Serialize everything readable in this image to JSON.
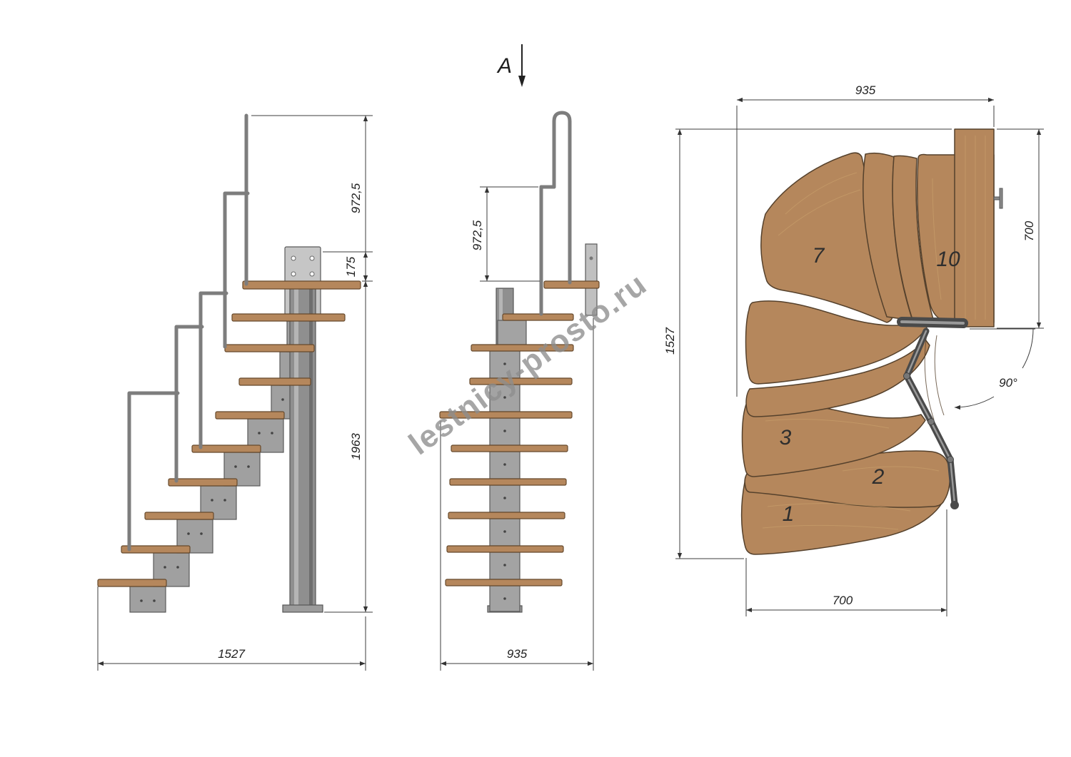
{
  "watermark": {
    "text": "lestnicy-prosto.ru"
  },
  "section_marker": {
    "label": "A"
  },
  "side_view": {
    "dims": {
      "handrail_height": "972,5",
      "bracket_offset": "175",
      "column_height": "1963",
      "total_run": "1527"
    }
  },
  "front_view": {
    "dims": {
      "handrail_height": "972,5",
      "total_width": "935"
    }
  },
  "plan_view": {
    "dims": {
      "top_width": "935",
      "landing_depth": "700",
      "total_depth": "1527",
      "bottom_width": "700",
      "turn_angle": "90°"
    },
    "step_labels": {
      "step1": "1",
      "step2": "2",
      "step3": "3",
      "step7": "7",
      "step10": "10"
    }
  },
  "colors": {
    "wood": "#b5875c",
    "wood_edge": "#55412c",
    "wood_grain": "#c9a06c",
    "metal": "#8f8f8f",
    "metal_light": "#a8a8a8",
    "metal_dark": "#565656",
    "dim_line": "#3c3c3c",
    "watermark": "#8d8d8d"
  }
}
